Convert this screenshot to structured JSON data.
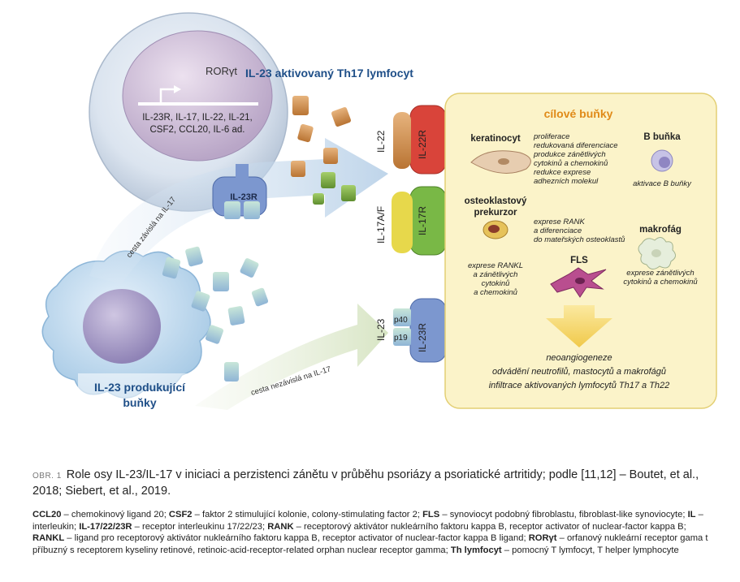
{
  "diagram": {
    "th17_title": "IL-23 aktivovaný Th17 lymfocyt",
    "roryt": "RORγt",
    "gene_lines": [
      "IL-23R, IL-17, IL-22, IL-21,",
      "CSF2, CCL20, IL-6 ad."
    ],
    "il23r_cell_label": "IL-23R",
    "producing_cell_line1": "IL-23 produkující",
    "producing_cell_line2": "buňky",
    "path_dependent": "cesta závislá na IL-17",
    "path_independent": "cesta nezávislá na IL-17",
    "receptors": {
      "il22_ligand": "IL-22",
      "il22_receptor": "IL-22R",
      "il17_ligand": "IL-17A/F",
      "il17_receptor": "IL-17R",
      "il23_ligand": "IL-23",
      "il23_receptor": "IL-23R",
      "p40": "p40",
      "p19": "p19"
    },
    "target_title": "cílové buňky",
    "keratinocyte": {
      "name": "keratinocyt",
      "effects": [
        "proliferace",
        "redukovaná diferenciace",
        "produkce zánětlivých",
        "cytokinů a chemokinů",
        "redukce exprese",
        "adhezních molekul"
      ]
    },
    "bcell": {
      "name": "B buňka",
      "effect": "aktivace B buňky"
    },
    "osteoclast": {
      "name_line1": "osteoklastový",
      "name_line2": "prekurzor",
      "effects": [
        "exprese RANK",
        "a diferenciace",
        "do mateřských osteoklastů"
      ]
    },
    "macrophage": {
      "name": "makrofág",
      "effects": [
        "exprese zánětlivých",
        "cytokinů a chemokinů"
      ]
    },
    "fls": {
      "name": "FLS",
      "effects": [
        "exprese RANKL",
        "a zánětlivých",
        "cytokinů",
        "a chemokinů"
      ]
    },
    "outcomes": [
      "neoangiogeneze",
      "odvádění neutrofilů, mastocytů a makrofágů",
      "infiltrace aktivovaných lymfocytů Th17 a Th22"
    ]
  },
  "caption": {
    "label": "OBR. 1",
    "text": "Role osy IL-23/IL-17 v iniciaci a perzistenci zánětu v průběhu psoriázy a psoriatické artritidy; podle [11,12] – Boutet, et al., 2018; Siebert, et al., 2019."
  },
  "legend": [
    {
      "term": "CCL20",
      "def": "chemokinový ligand 20;"
    },
    {
      "term": "CSF2",
      "def": "faktor 2 stimulující kolonie, colony-stimulating factor 2;"
    },
    {
      "term": "FLS",
      "def": "synoviocyt podobný fibroblastu, fibroblast-like synoviocyte;"
    },
    {
      "term": "IL",
      "def": "interleukin;"
    },
    {
      "term": "IL-17/22/23R",
      "def": "receptor interleukinu 17/22/23;"
    },
    {
      "term": "RANK",
      "def": "receptorový aktivátor nukleárního faktoru kappa B, receptor activator of nuclear-factor kappa B;"
    },
    {
      "term": "RANKL",
      "def": "ligand pro receptorový aktivátor nukleárního faktoru kappa B, receptor activator of nuclear-factor kappa B ligand;"
    },
    {
      "term": "RORγt",
      "def": "orfanový nukleární receptor gama t příbuzný s receptorem kyseliny retinové, retinoic-acid-receptor-related orphan nuclear receptor gamma;"
    },
    {
      "term": "Th lymfocyt",
      "def": "pomocný T lymfocyt, T helper lymphocyte"
    }
  ],
  "colors": {
    "th17_title": "#1f4f88",
    "target_bg": "#fbf3c9",
    "target_border": "#e3cf74",
    "target_title": "#e08a18",
    "arrow_blue": "#c7dcee",
    "arrow_green": "#dfe9cf",
    "receptor_red": "#d9443a",
    "receptor_green": "#79b846",
    "receptor_blue": "#7c97cf",
    "ligand_orange": "#d99a5a",
    "ligand_yellow": "#e7d84b",
    "cytokine_bluegreen": "#9fcfc0"
  }
}
